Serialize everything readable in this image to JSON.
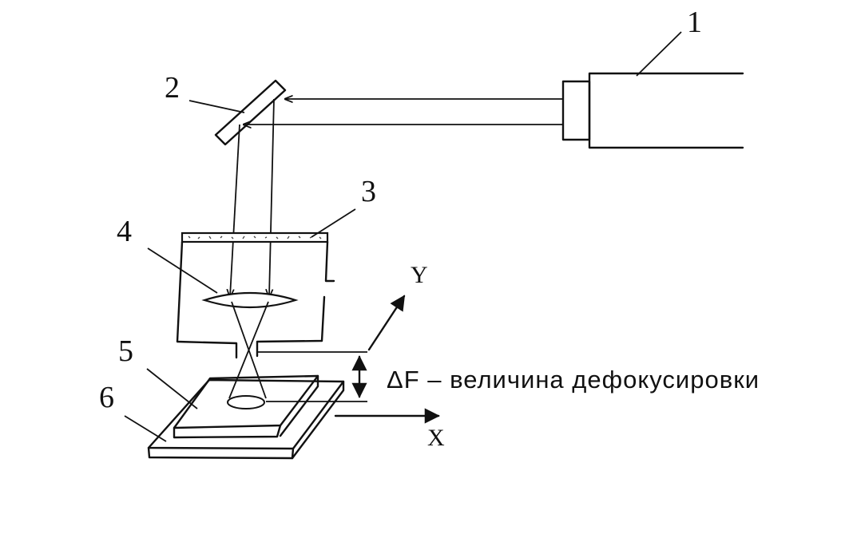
{
  "labels": {
    "l1": "1",
    "l2": "2",
    "l3": "3",
    "l4": "4",
    "l5": "5",
    "l6": "6"
  },
  "axes": {
    "y": "Y",
    "x": "X"
  },
  "caption": "ΔF – величина дефокусировки",
  "colors": {
    "ink": "#111111",
    "background": "#ffffff"
  }
}
